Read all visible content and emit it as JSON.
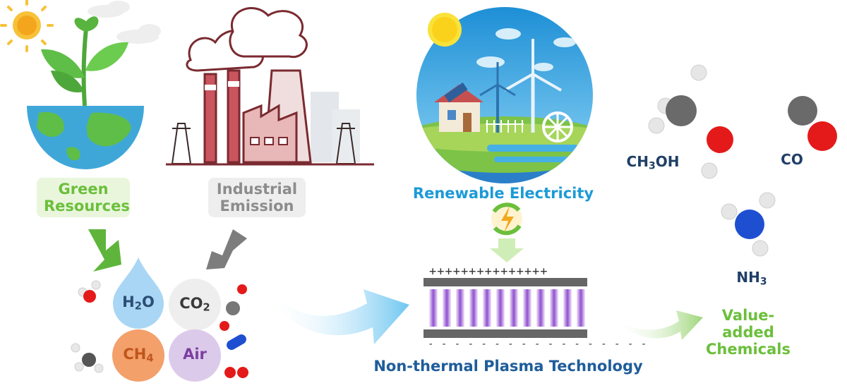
{
  "labels": {
    "green_resources_1": "Green",
    "green_resources_2": "Resources",
    "industrial_1": "Industrial",
    "industrial_2": "Emission",
    "renewable": "Renewable Electricity",
    "plasma": "Non-thermal Plasma Technology",
    "value_1": "Value-added",
    "value_2": "Chemicals"
  },
  "feedstock": {
    "h2o": {
      "main": "H",
      "sub": "2",
      "tail": "O"
    },
    "co2": {
      "main": "CO",
      "sub": "2"
    },
    "ch4": {
      "main": "CH",
      "sub": "4"
    },
    "air": "Air"
  },
  "products": {
    "ch3oh": {
      "main": "CH",
      "sub": "3",
      "tail": "OH"
    },
    "co": "CO",
    "nh3": {
      "main": "NH",
      "sub": "3"
    }
  },
  "electrodes": {
    "plus": "+++++++++++++++",
    "minus": "- - - - - - - - - - - - - - - - -"
  },
  "colors": {
    "green": "#6bbf3b",
    "grey": "#8c8c8c",
    "blue": "#1c9ad6",
    "navy": "#1e5d9a",
    "plasma": "#9b5fd0"
  }
}
